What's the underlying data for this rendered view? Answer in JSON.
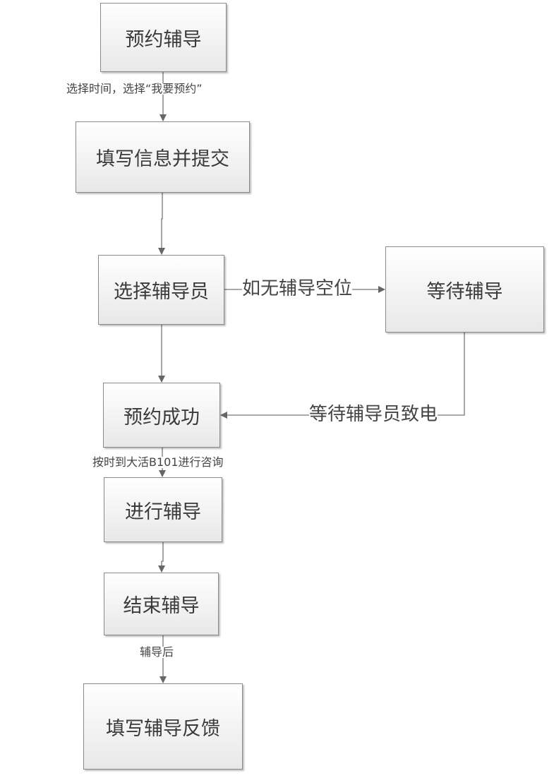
{
  "nodes": {
    "book": "预约辅导",
    "fill_info": "填写信息并提交",
    "choose_tutor": "选择辅导员",
    "wait": "等待辅导",
    "success": "预约成功",
    "tutoring": "进行辅导",
    "end": "结束辅导",
    "feedback": "填写辅导反馈"
  },
  "edges": {
    "choose_time": "选择时间，选择“我要预约”",
    "no_slot": "如无辅导空位",
    "wait_call": "等待辅导员致电",
    "go_to_room": "按时到大活B101进行咨询",
    "after": "辅导后"
  }
}
